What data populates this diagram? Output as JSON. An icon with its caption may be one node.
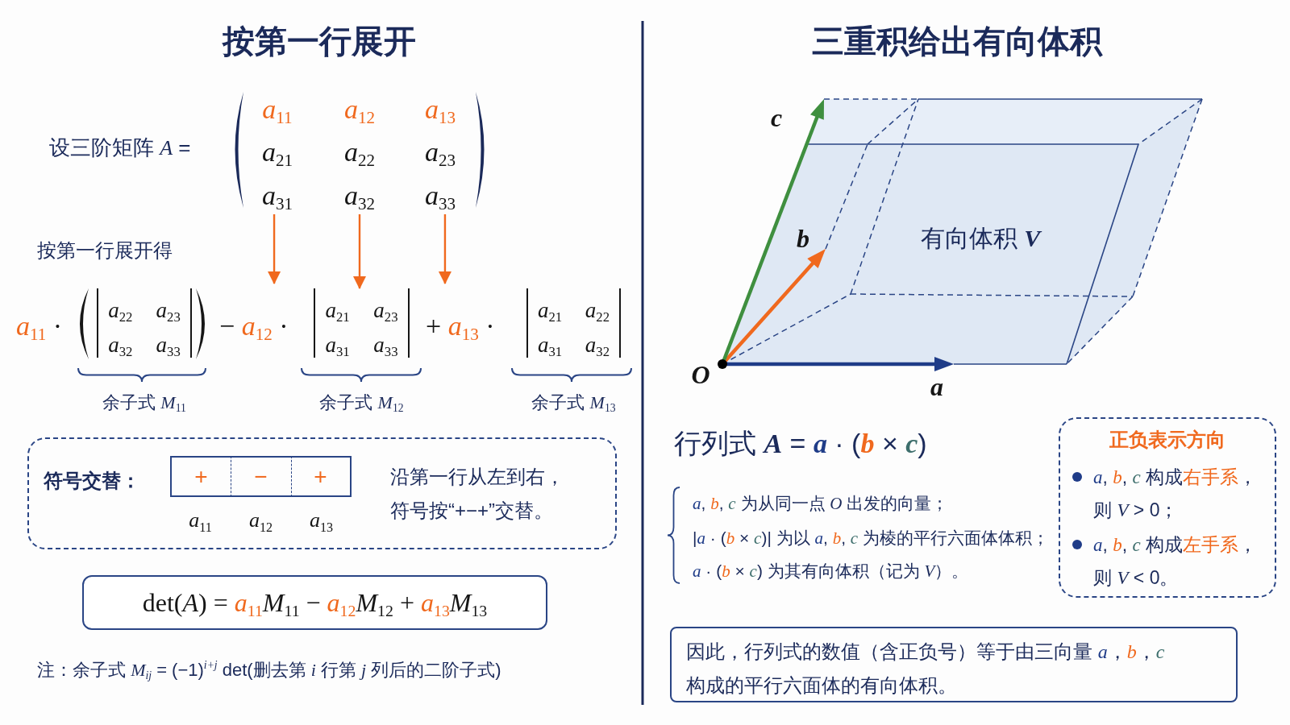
{
  "diagram": {
    "nodes": [
      {
        "text": [
          "*a*$_{11}$",
          "*a*$_{12}$",
          "*a*$_{13}$",
          "*a*$_{21}$",
          "*a*$_{22}$",
          "*a*$_{23}$",
          "*a*$_{31}$",
          "*a*$_{32}$",
          "*a*$_{33}$"
        ]
      },
      {
        "text": [
          "*a*$_{22}$",
          "*a*$_{23}$",
          "*a*$_{32}$",
          "*a*$_{33}$"
        ],
        "beside": [
          "余子式 *M*$_{11}$"
        ]
      },
      {
        "text": [
          "*a*$_{21}$",
          "*a*$_{23}$",
          "*a*$_{31}$",
          "*a*$_{33}$"
        ],
        "beside": [
          "余子式 *M*$_{12}$"
        ]
      },
      {
        "text": [
          "*a*$_{21}$",
          "*a*$_{22}$",
          "*a*$_{31}$",
          "*a*$_{32}$"
        ],
        "beside": [
          "余子式 *M*$_{13}$"
        ]
      },
      {
        "text": [
          "符号交替：",
          "沿第一行从左到右，符号按“+−+”交替。"
        ]
      },
      {
        "text": [
          "+"
        ],
        "in": 4,
        "beside": [
          "*a*$_{11}$"
        ]
      },
      {
        "text": [
          "−"
        ],
        "in": 4,
        "beside": [
          "*a*$_{12}$"
        ]
      },
      {
        "text": [
          "+"
        ],
        "in": 4,
        "beside": [
          "*a*$_{13}$"
        ]
      },
      {
        "text": [
          "det(*A*) = *a*$_{11}$*M*$_{11}$ − *a*$_{12}$*M*$_{12}$ + *a*$_{13}$*M*$_{13}$"
        ]
      },
      {
        "text": [
          "有向体积 **V**"
        ]
      },
      {
        "text": [
          "正负表示方向",
          "*a*, *b*, *c* 构成右手系，则 *V* > 0；",
          "*a*, *b*, *c* 构成左手系，则 *V* < 0。"
        ]
      },
      {
        "text": [
          "因此，行列式的数值（含正负号）等于由三向量 *a*，*b*，*c* 构成的平行六面体的有向体积。"
        ]
      }
    ],
    "edges": [
      {
        "from": 0,
        "to": null,
        "arrow": "to"
      },
      {
        "from": 0,
        "to": 2,
        "arrow": "to"
      },
      {
        "from": 0,
        "to": null,
        "arrow": "to"
      }
    ],
    "labels": [
      "按第一行展开",
      "设三阶矩阵 *A* =",
      "按第一行展开得",
      "*a*$_{11}$ ·",
      "− *a*$_{12}$ ·",
      "+ *a*$_{13}$ ·",
      "注：余子式 *M*$_{ij}$ = (−1)$^{i+j}$ det(删去第 *i* 行第 *j* 列后的二阶子式)",
      "三重积给出有向体积",
      "c",
      "b",
      "O",
      "a",
      "行列式 **A** = **a** · (**b** × **c**)",
      "*a*, *b*, *c* 为从同一点 *O* 出发的向量；",
      "|*a* · (*b* × *c*)| 为以 *a*, *b*, *c* 为棱的平行六面体体积；",
      "*a* · (*b* × *c*) 为其有向体积（记为 *V*）。"
    ]
  }
}
